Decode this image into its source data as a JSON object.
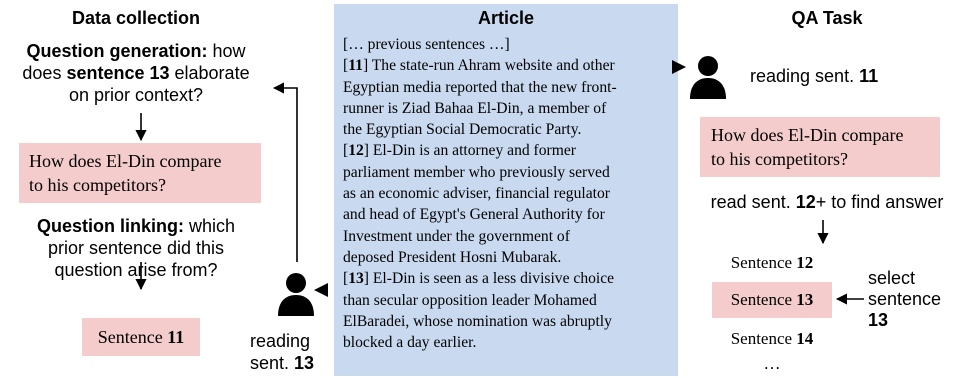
{
  "left": {
    "title": "Data collection",
    "qgen_label": "Question generation:",
    "qgen_pre": " how",
    "qgen_line2_pre": "does ",
    "qgen_sentence": "sentence 13",
    "qgen_line2_post": " elaborate",
    "qgen_line3": "on prior context?",
    "question_line1": "How does El-Din compare",
    "question_line2": "to his competitors?",
    "qlink_label": "Question linking:",
    "qlink_post": " which",
    "qlink_line2": "prior sentence did this",
    "qlink_line3": "question arise from?",
    "answer_prefix": "Sentence ",
    "answer_num": "11",
    "reader_line1": "reading",
    "reader_line2_pre": "sent. ",
    "reader_num": "13"
  },
  "article": {
    "title": "Article",
    "previous": "[… previous sentences …]",
    "s11_num": "11",
    "s11_line1": " The state-run Ahram website and other",
    "s11_line2": "Egyptian media reported that the new front-",
    "s11_line3": "runner is Ziad Bahaa El-Din, a member of",
    "s11_line4": "the Egyptian Social Democratic Party.",
    "s12_num": "12",
    "s12_line1": " El-Din is an attorney and former",
    "s12_line2": "parliament member who previously served",
    "s12_line3": "as an economic adviser, financial regulator",
    "s12_line4": "and head of Egypt's General Authority for",
    "s12_line5": "Investment under the government of",
    "s12_line6": "deposed President Hosni Mubarak.",
    "s13_num": "13",
    "s13_line1": " El-Din is seen as a less divisive choice",
    "s13_line2": "than secular opposition leader Mohamed",
    "s13_line3": "ElBaradei, whose nomination was abruptly",
    "s13_line4": "blocked a day earlier."
  },
  "right": {
    "title": "QA Task",
    "reading_pre": "reading sent. ",
    "reading_num": "11",
    "question_line1": "How does El-Din compare",
    "question_line2": "to his competitors?",
    "instruction_pre": "read sent. ",
    "instruction_num": "12",
    "instruction_post": "+ to find answer",
    "sentence_prefix": "Sentence ",
    "sent_a": "12",
    "sent_b": "13",
    "sent_c": "14",
    "ellipsis": "…",
    "select_line1": "select",
    "select_line2": "sentence",
    "select_num": "13"
  },
  "colors": {
    "article_bg": "#c9daf0",
    "highlight_pink": "#f4cccc"
  }
}
